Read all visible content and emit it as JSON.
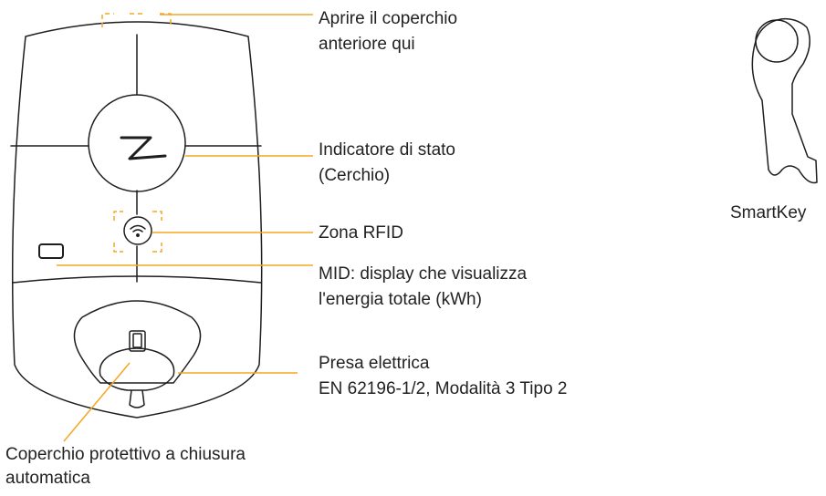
{
  "colors": {
    "outline": "#1e1e1e",
    "accent": "#f5a623",
    "text": "#222222"
  },
  "labels": {
    "front_cover": [
      "Aprire il coperchio",
      "anteriore qui"
    ],
    "status_indicator": [
      "Indicatore di stato",
      "(Cerchio)"
    ],
    "rfid_zone": "Zona RFID",
    "mid_display": [
      "MID: display che visualizza",
      "l'energia totale (kWh)"
    ],
    "socket": [
      "Presa elettrica",
      "EN 62196-1/2, Modalità 3 Tipo 2"
    ],
    "protective_cover": [
      "Coperchio protettivo a chiusura",
      "automatica"
    ],
    "smartkey": "SmartKey"
  },
  "icons": {
    "logo": "zaptec-z-logo",
    "rfid": "wifi-icon",
    "display": "rounded-rectangle-display"
  }
}
